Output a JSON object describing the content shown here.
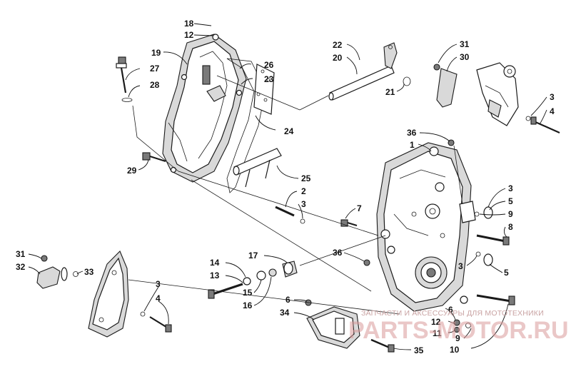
{
  "callouts": {
    "c1": "1",
    "c2": "2",
    "c3a": "3",
    "c3b": "3",
    "c3c": "3",
    "c3d": "3",
    "c3e": "3",
    "c4a": "4",
    "c4b": "4",
    "c5a": "5",
    "c5b": "5",
    "c6a": "6",
    "c6b": "6",
    "c7": "7",
    "c8": "8",
    "c9a": "9",
    "c9b": "9",
    "c10": "10",
    "c11": "11",
    "c12a": "12",
    "c12b": "12",
    "c13": "13",
    "c14": "14",
    "c15": "15",
    "c16": "16",
    "c17": "17",
    "c18": "18",
    "c19": "19",
    "c20": "20",
    "c21": "21",
    "c22": "22",
    "c23": "23",
    "c24": "24",
    "c25": "25",
    "c26": "26",
    "c27": "27",
    "c28": "28",
    "c29": "29",
    "c30": "30",
    "c31a": "31",
    "c31b": "31",
    "c32": "32",
    "c33": "33",
    "c34": "34",
    "c35": "35",
    "c36a": "36",
    "c36b": "36"
  },
  "watermark": {
    "tagline": "ЗАПЧАСТИ И АКСЕССУАРЫ ДЛЯ МОТОТЕХНИКИ",
    "brand": "PARTS-MOTOR.RU"
  }
}
